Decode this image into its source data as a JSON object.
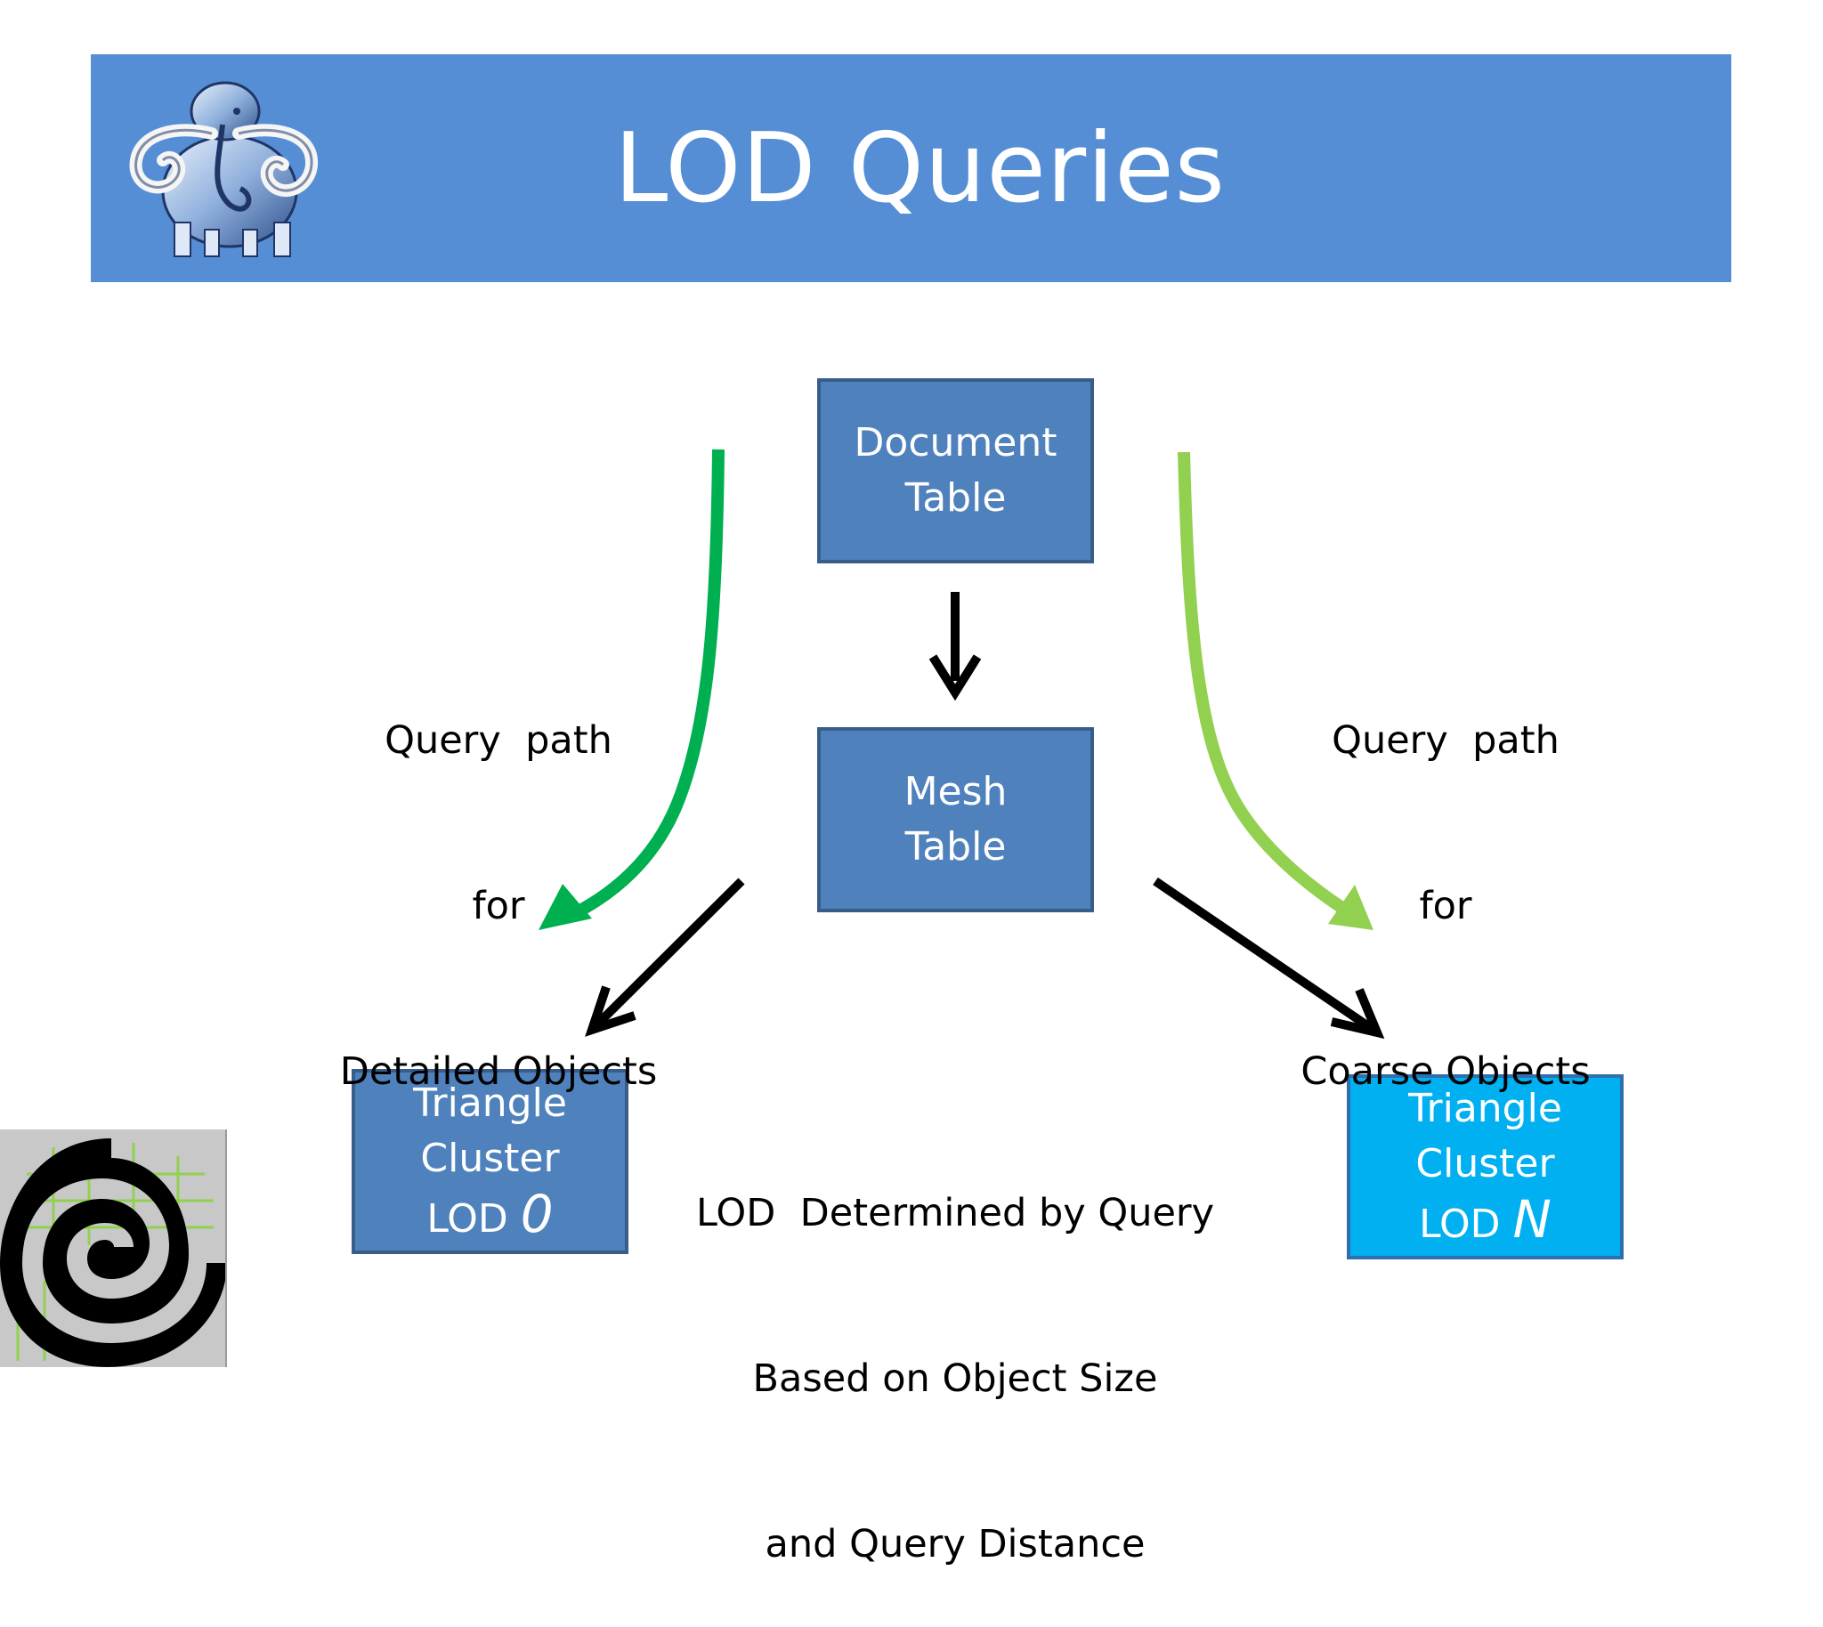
{
  "title": "LOD Queries",
  "boxes": {
    "document_table": {
      "line1": "Document",
      "line2": "Table"
    },
    "mesh_table": {
      "line1": "Mesh",
      "line2": "Table"
    },
    "triangle_cluster_0": {
      "line1": "Triangle",
      "line2": "Cluster",
      "lod_prefix": "LOD",
      "lod_value": "0"
    },
    "triangle_cluster_n": {
      "line1": "Triangle",
      "line2": "Cluster",
      "lod_prefix": "LOD",
      "lod_value": "N"
    }
  },
  "labels": {
    "detailed_path": {
      "line1": "Query  path",
      "line2": "for",
      "line3": "Detailed Objects"
    },
    "coarse_path": {
      "line1": "Query  path",
      "line2": "for",
      "line3": "Coarse Objects"
    },
    "lod_note": {
      "line1": "LOD  Determined by Query",
      "line2": "Based on Object Size",
      "line3": "and Query Distance"
    }
  },
  "colors": {
    "title_bar": "#558ed5",
    "box_fill": "#4f81bd",
    "box_highlight": "#00b0f0",
    "detailed_arrow": "#00b050",
    "coarse_arrow": "#92d050",
    "flow_arrow": "#000000"
  },
  "icons": [
    "mammoth-logo-icon",
    "spiral-logo-icon"
  ]
}
